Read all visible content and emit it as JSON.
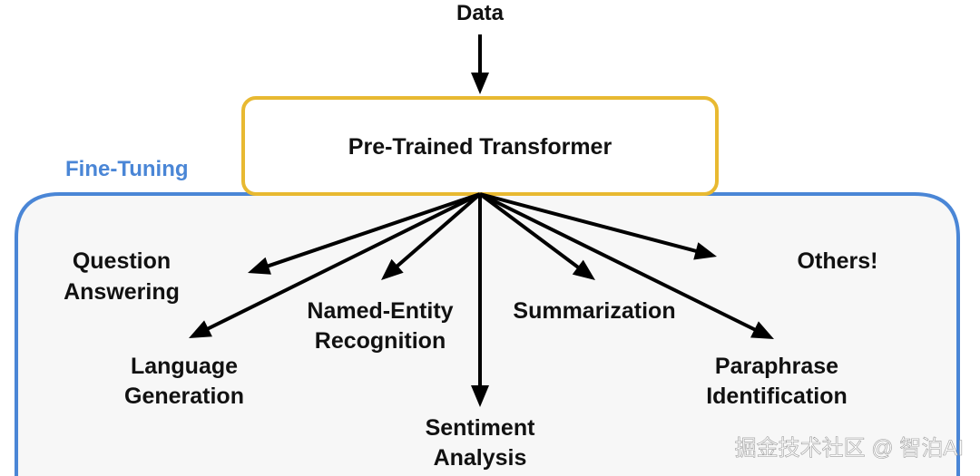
{
  "input_label": "Data",
  "core_model": "Pre-Trained Transformer",
  "region_label": "Fine-Tuning",
  "tasks": {
    "question_answering": [
      "Question",
      "Answering"
    ],
    "language_generation": [
      "Language",
      "Generation"
    ],
    "named_entity_recognition": [
      "Named-Entity",
      "Recognition"
    ],
    "sentiment_analysis": [
      "Sentiment",
      "Analysis"
    ],
    "summarization": [
      "Summarization"
    ],
    "paraphrase_identification": [
      "Paraphrase",
      "Identification"
    ],
    "others": [
      "Others!"
    ]
  },
  "watermark": "掘金技术社区 @ 智泊AI",
  "colors": {
    "core_border": "#e8b931",
    "region_border": "#4a86d6",
    "region_label": "#4a86d6",
    "arrows": "#000000"
  }
}
